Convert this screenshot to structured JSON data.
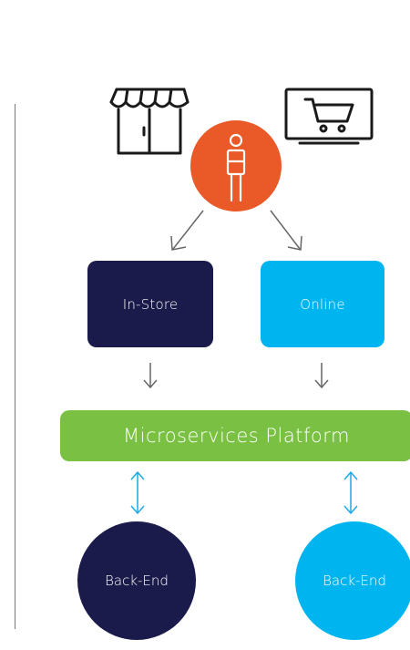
{
  "diagram": {
    "nodes": {
      "in_store": {
        "label": "In-Store"
      },
      "online": {
        "label": "Online"
      },
      "platform": {
        "label": "Microservices Platform"
      },
      "backend_left": {
        "label": "Back-End"
      },
      "backend_right": {
        "label": "Back-End"
      }
    },
    "icons": {
      "store": "store-icon",
      "cart_monitor": "shopping-cart-monitor-icon",
      "person": "person-icon"
    }
  },
  "colors": {
    "navy": "#1b1b4b",
    "cyan": "#00b5ef",
    "green": "#7ac143",
    "orange": "#ea5a28",
    "arrow_gray": "#666666",
    "arrow_blue": "#1fa9e6",
    "icon_dark": "#1a1a1a"
  }
}
